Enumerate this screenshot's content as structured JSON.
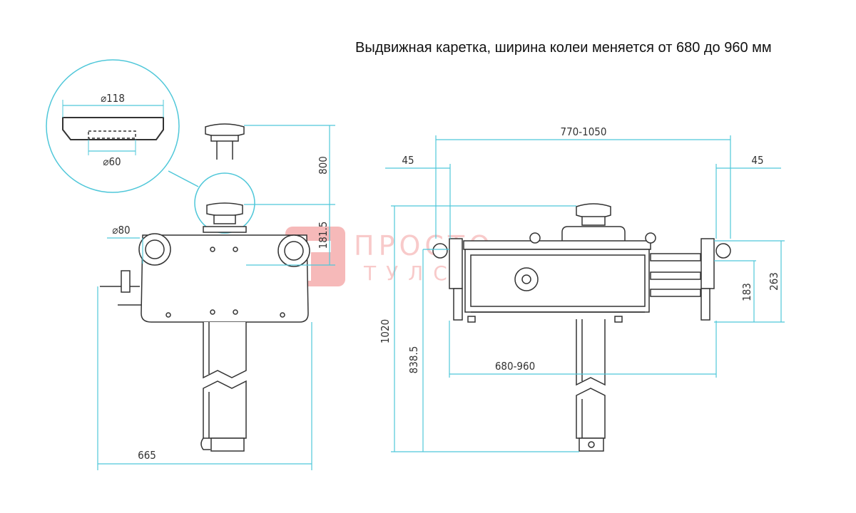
{
  "title": "Выдвижная каретка, ширина колеи меняется от 680 до 960 мм",
  "colors": {
    "dimension": "#4fc7d9",
    "line": "#333333",
    "fill": "#ffffff",
    "watermark": "#f08080"
  },
  "detail": {
    "outer_diameter": "⌀118",
    "inner_diameter": "⌀60"
  },
  "side_view": {
    "pad_diameter": "⌀80",
    "height_upper": "800",
    "height_lower": "181.5",
    "width": "665"
  },
  "front_view": {
    "total_width": "770-1050",
    "left_offset": "45",
    "right_offset": "45",
    "track_width": "680-960",
    "total_height": "1020",
    "body_height": "838.5",
    "carriage_height": "263",
    "carriage_inner": "183"
  },
  "watermark": {
    "text_top": "ПРОСТО",
    "text_bottom": "ТУЛС"
  }
}
